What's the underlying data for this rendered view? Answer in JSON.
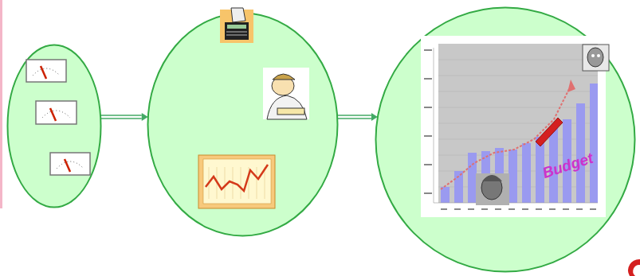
{
  "diagram": {
    "nodes": [
      {
        "text": []
      },
      {
        "text": []
      },
      {
        "text": []
      }
    ],
    "edges": [
      {
        "from": 0,
        "to": 1,
        "arrow": "to"
      },
      {
        "from": 1,
        "to": 2,
        "arrow": "to"
      }
    ],
    "labels": [
      "Budget"
    ]
  }
}
